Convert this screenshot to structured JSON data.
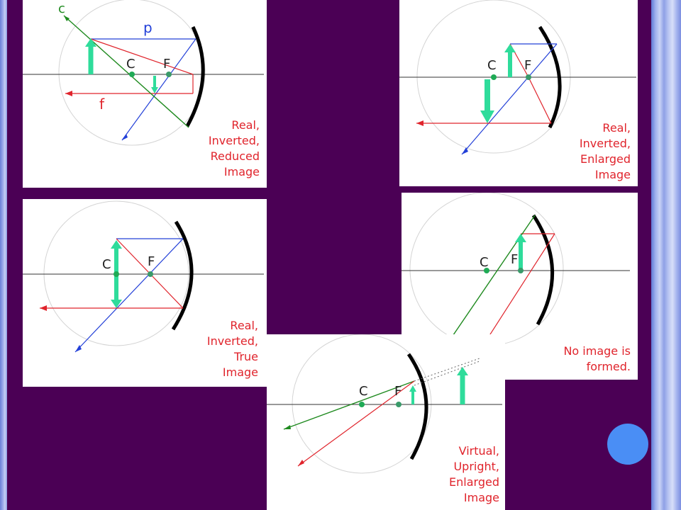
{
  "colors": {
    "background": "#4b0055",
    "ray_blue": "#2340d8",
    "ray_red": "#e0242c",
    "ray_green": "#1f8a1f",
    "arrow_teal": "#2fdc9b",
    "caption": "#e0242c",
    "dot_blue": "#4a8ef5"
  },
  "panels": [
    {
      "id": "reduced",
      "labels": {
        "C": "C",
        "F": "F",
        "c": "c",
        "p": "p",
        "f": "f"
      },
      "caption": "Real,\nInverted,\nReduced\nImage"
    },
    {
      "id": "enlarged",
      "labels": {
        "C": "C",
        "F": "F"
      },
      "caption": "Real,\nInverted,\nEnlarged\nImage"
    },
    {
      "id": "true",
      "labels": {
        "C": "C",
        "F": "F"
      },
      "caption": "Real,\nInverted,\nTrue\nImage"
    },
    {
      "id": "none",
      "labels": {
        "C": "C",
        "F": "F"
      },
      "caption": "No image is\nformed."
    },
    {
      "id": "virtual",
      "labels": {
        "C": "C",
        "F": "F"
      },
      "caption": "Virtual,\nUpright,\nEnlarged\nImage"
    }
  ]
}
